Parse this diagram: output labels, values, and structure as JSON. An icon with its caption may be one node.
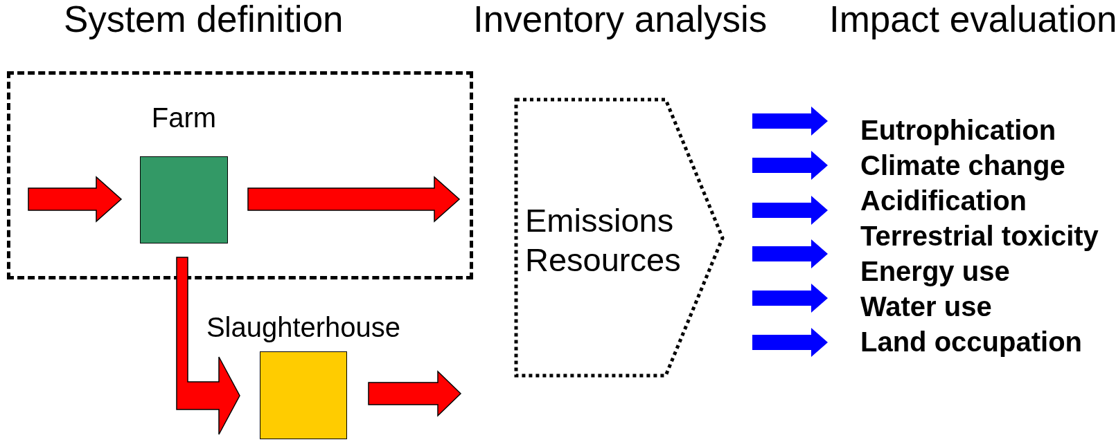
{
  "diagram": {
    "nodes": [
      {
        "text": [],
        "shape": "box"
      },
      {
        "text": [
          "Farm"
        ],
        "in": 0
      },
      {
        "text": [
          "Slaughterhouse"
        ]
      },
      {
        "text": [
          "Emissions",
          "Resources"
        ]
      }
    ],
    "edges": [
      {
        "from": null,
        "to": 1,
        "arrow": "to",
        "style": "thick",
        "color": "#ff0000"
      },
      {
        "from": 1,
        "to": null,
        "arrow": "to",
        "style": "thick",
        "color": "#ff0000"
      },
      {
        "from": 1,
        "to": 2,
        "arrow": "to",
        "style": "thick",
        "color": "#ff0000"
      },
      {
        "from": 2,
        "to": null,
        "arrow": "to",
        "style": "thick",
        "color": "#ff0000"
      },
      {
        "from": 3,
        "to": null,
        "arrow": "to",
        "style": "thick"
      },
      {
        "from": 3,
        "to": null,
        "arrow": "to",
        "style": "thick"
      },
      {
        "from": 3,
        "to": null,
        "arrow": "to",
        "style": "thick"
      },
      {
        "from": 3,
        "to": null,
        "arrow": "to",
        "style": "thick"
      },
      {
        "from": 3,
        "to": null,
        "arrow": "to",
        "style": "thick"
      },
      {
        "from": 3,
        "to": null,
        "arrow": "to",
        "style": "thick"
      }
    ],
    "labels": [
      "System definition",
      "Inventory analysis",
      "Impact evaluation",
      "Eutrophication",
      "Climate change",
      "Acidification",
      "Terrestrial toxicity",
      "Energy use",
      "Water use",
      "Land occupation"
    ]
  }
}
